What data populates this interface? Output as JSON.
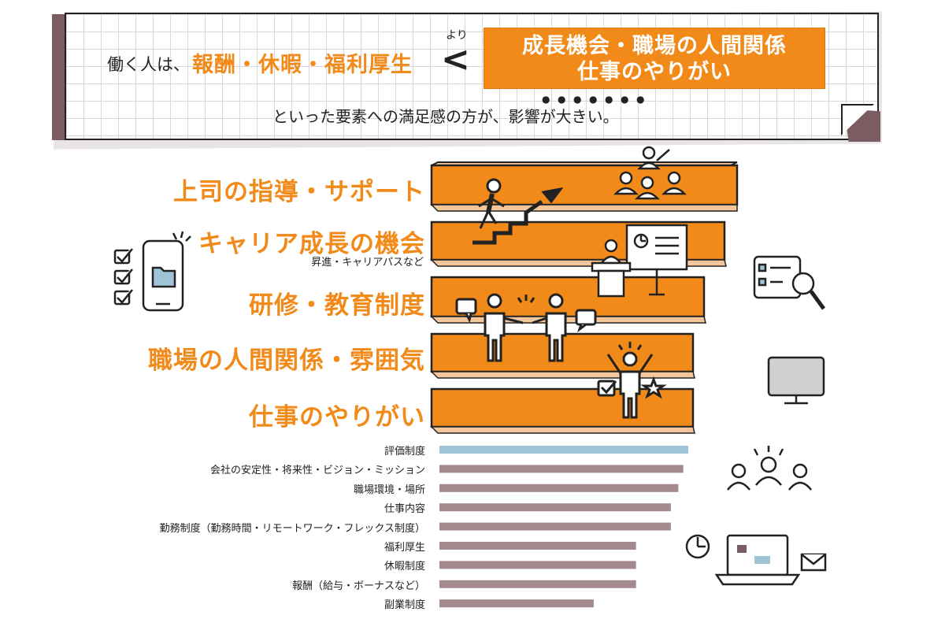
{
  "header": {
    "lead": "働く人は、",
    "emph": "報酬・休暇・福利厚生",
    "compare_symbol": "<",
    "compare_word": "より",
    "box_line1": "成長機会・職場の人間関係",
    "box_line2": "仕事のやりがい",
    "note": "といった要素への満足感の方が、影響が大きい。"
  },
  "steps": [
    {
      "label": "上司の指導・サポート",
      "sub": ""
    },
    {
      "label": "キャリア成長の機会",
      "sub": "昇進・キャリアパスなど"
    },
    {
      "label": "研修・教育制度",
      "sub": ""
    },
    {
      "label": "職場の人間関係・雰囲気",
      "sub": ""
    },
    {
      "label": "仕事のやりがい",
      "sub": ""
    }
  ],
  "colors": {
    "accent": "#f28a1a",
    "step_top": "#f5c69a",
    "bar_highlight": "#9fc4d6",
    "bar_default": "#a48a8e"
  },
  "chart_data": {
    "type": "bar",
    "orientation": "horizontal",
    "categories": [
      "評価制度",
      "会社の安定性・将来性・ビジョン・ミッション",
      "職場環境・場所",
      "仕事内容",
      "勤務制度（勤務時間・リモートワーク・フレックス制度）",
      "福利厚生",
      "休暇制度",
      "報酬（給与・ボーナスなど）",
      "副業制度"
    ],
    "values": [
      100,
      98,
      96,
      93,
      93,
      79,
      79,
      79,
      62
    ],
    "highlight_index": 0,
    "xlim": [
      0,
      100
    ],
    "grid": false,
    "axis_labels_shown": false
  }
}
